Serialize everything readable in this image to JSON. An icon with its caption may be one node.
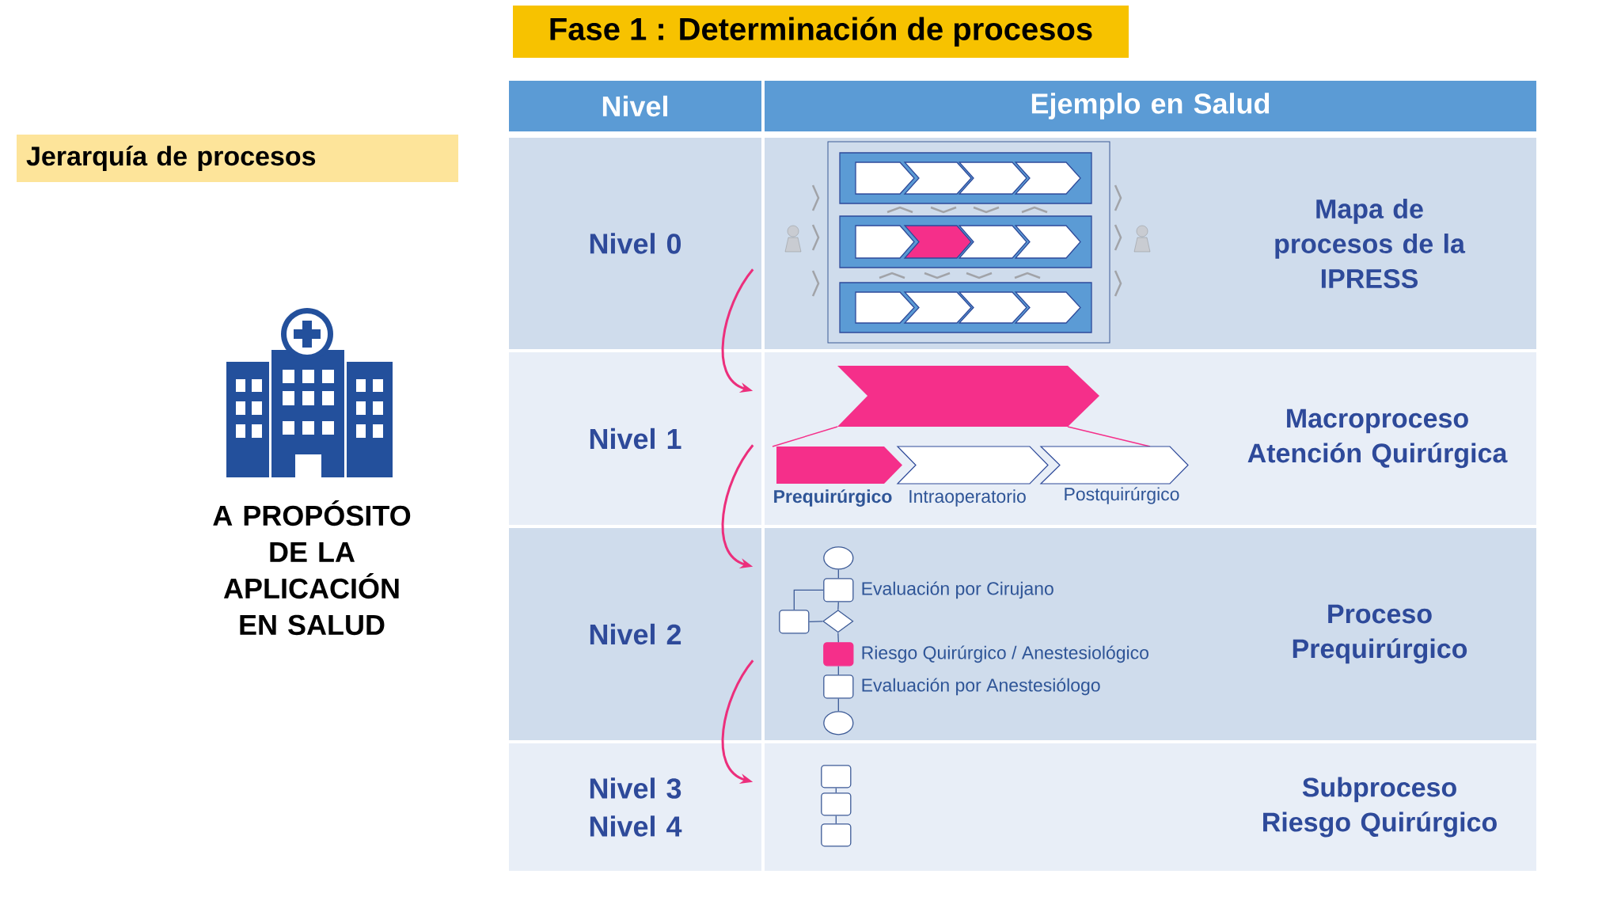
{
  "diagram": {
    "title": "Fase 1 : Determinación de procesos",
    "nodes": [
      {
        "text": [
          "Jerarquía de procesos"
        ]
      },
      {
        "text": [
          "Nivel"
        ]
      },
      {
        "text": [
          "Ejemplo en Salud"
        ]
      },
      {
        "text": [
          "Nivel 0"
        ]
      },
      {
        "text": [
          "Mapa de procesos de la IPRESS"
        ]
      },
      {
        "text": [
          "Nivel 1"
        ]
      },
      {
        "text": [
          "Macroproceso Atención Quirúrgica"
        ]
      },
      {
        "text": [
          "Nivel 2"
        ]
      },
      {
        "text": [
          "Proceso Prequirúrgico"
        ]
      },
      {
        "text": [
          "Nivel 3",
          "Nivel 4"
        ]
      },
      {
        "text": [
          "Subproceso Riesgo Quirúrgico"
        ]
      },
      {
        "text": [],
        "shape": "circle",
        "in": 8
      },
      {
        "text": [],
        "shape": "box",
        "in": 8,
        "beside": [
          "Evaluación por Cirujano"
        ]
      },
      {
        "text": [],
        "shape": "diamond",
        "in": 8
      },
      {
        "text": [],
        "shape": "box",
        "in": 8
      },
      {
        "text": [],
        "shape": "box",
        "in": 8,
        "beside": [
          "Riesgo Quirúrgico / Anestesiológico"
        ]
      },
      {
        "text": [],
        "shape": "box",
        "in": 8,
        "beside": [
          "Evaluación por Anestesiólogo"
        ]
      },
      {
        "text": [],
        "shape": "circle",
        "in": 8
      },
      {
        "text": [],
        "shape": "box",
        "in": 10
      },
      {
        "text": [],
        "shape": "box",
        "in": 10
      },
      {
        "text": [],
        "shape": "box",
        "in": 10
      }
    ],
    "edges": [
      {
        "from": 3,
        "to": 5,
        "arrow": "to",
        "color": "#ec2f7c"
      },
      {
        "from": 5,
        "to": 7,
        "arrow": "to",
        "color": "#ec2f7c"
      },
      {
        "from": 7,
        "to": 9,
        "arrow": "to",
        "color": "#ec2f7c"
      },
      {
        "from": 11,
        "to": 12,
        "arrow": "none"
      },
      {
        "from": 12,
        "to": 13,
        "arrow": "none"
      },
      {
        "from": 13,
        "to": 14,
        "arrow": "none"
      },
      {
        "from": 14,
        "to": 12,
        "arrow": "none"
      },
      {
        "from": 13,
        "to": 15,
        "arrow": "none"
      },
      {
        "from": 15,
        "to": 16,
        "arrow": "none"
      },
      {
        "from": 16,
        "to": 17,
        "arrow": "none"
      },
      {
        "from": 18,
        "to": 19,
        "arrow": "none"
      },
      {
        "from": 19,
        "to": 20,
        "arrow": "none"
      }
    ],
    "labels": [
      "A PROPÓSITO DE LA APLICACIÓN EN SALUD",
      "Prequirúrgico",
      "Intraoperatorio",
      "Postquirúrgico"
    ]
  }
}
